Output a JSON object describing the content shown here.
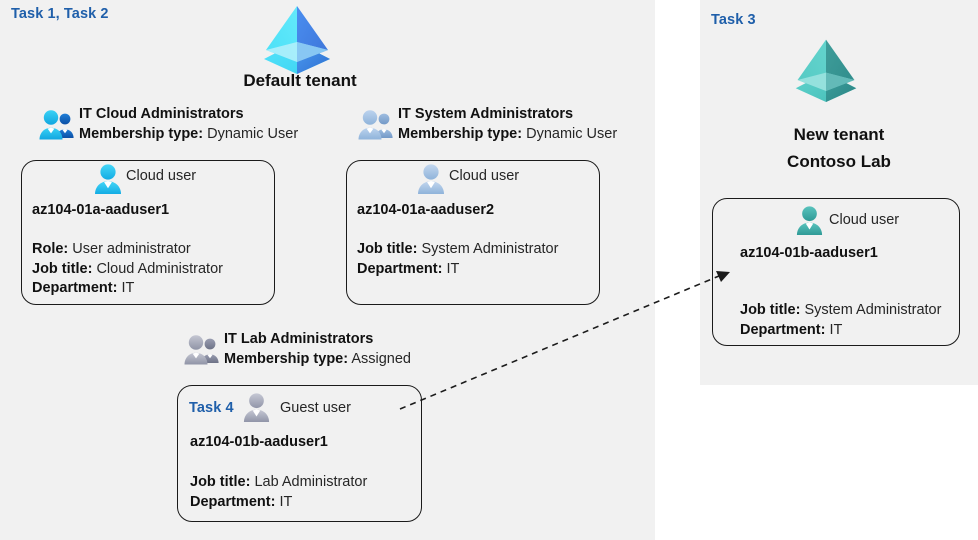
{
  "panels": {
    "left": {
      "task_label": "Task 1, Task 2"
    },
    "right": {
      "task_label": "Task 3"
    }
  },
  "tenants": [
    {
      "id": "default-tenant",
      "icon": "azure-ad-tenant-icon",
      "color": "#3fd0f5",
      "title": "Default tenant",
      "title_line2": ""
    },
    {
      "id": "new-tenant",
      "icon": "azure-ad-tenant-icon",
      "color": "#49bdb5",
      "title": "New  tenant",
      "title_line2": "Contoso Lab"
    }
  ],
  "groups": [
    {
      "id": "it-cloud-administrators",
      "icon": "group-users-icon",
      "name": "IT Cloud Administrators",
      "membership_label": "Membership type:",
      "membership_value": "Dynamic User"
    },
    {
      "id": "it-system-administrators",
      "icon": "group-users-icon",
      "name": "IT System Administrators",
      "membership_label": "Membership type:",
      "membership_value": "Dynamic User"
    },
    {
      "id": "it-lab-administrators",
      "icon": "group-users-icon",
      "name": "IT Lab Administrators",
      "membership_label": "Membership type:",
      "membership_value": "Assigned"
    }
  ],
  "cards": [
    {
      "id": "card-aaduser1",
      "task_tag": "",
      "user_icon": "cloud-user-icon",
      "user_type": "Cloud user",
      "username": "az104-01a-aaduser1",
      "attrs": [
        {
          "label": "Role:",
          "value": "User administrator"
        },
        {
          "label": "Job title:",
          "value": "Cloud Administrator"
        },
        {
          "label": "Department:",
          "value": "IT"
        }
      ]
    },
    {
      "id": "card-aaduser2",
      "task_tag": "",
      "user_icon": "cloud-user-icon",
      "user_type": "Cloud user",
      "username": "az104-01a-aaduser2",
      "attrs": [
        {
          "label": "Job title:",
          "value": "System Administrator"
        },
        {
          "label": "Department:",
          "value": "IT"
        }
      ]
    },
    {
      "id": "card-guest-aaduser1",
      "task_tag": "Task 4",
      "user_icon": "guest-user-icon",
      "user_type": "Guest user",
      "username": "az104-01b-aaduser1",
      "attrs": [
        {
          "label": "Job title:",
          "value": "Lab Administrator"
        },
        {
          "label": "Department:",
          "value": "IT"
        }
      ]
    },
    {
      "id": "card-b-aaduser1",
      "task_tag": "",
      "user_icon": "cloud-user-icon",
      "user_type": "Cloud user",
      "username": "az104-01b-aaduser1",
      "attrs": [
        {
          "label": "Job title:",
          "value": "System Administrator"
        },
        {
          "label": "Department:",
          "value": "IT"
        }
      ]
    }
  ],
  "connector": {
    "id": "guest-invite-arrow",
    "style": "dashed-arrow",
    "from": "card-guest-aaduser1",
    "to": "card-b-aaduser1"
  },
  "colors": {
    "panel_bg": "#f1f1f1",
    "page_bg": "#ffffff",
    "task_blue": "#1f5faa",
    "outline": "#1b1b1b",
    "cyan_user": "#29c5f0",
    "blue_user_dark": "#1464c0",
    "muted_blue_user": "#a8c4e4",
    "gray_user": "#a9adbb",
    "teal_user": "#3fa9a3"
  }
}
